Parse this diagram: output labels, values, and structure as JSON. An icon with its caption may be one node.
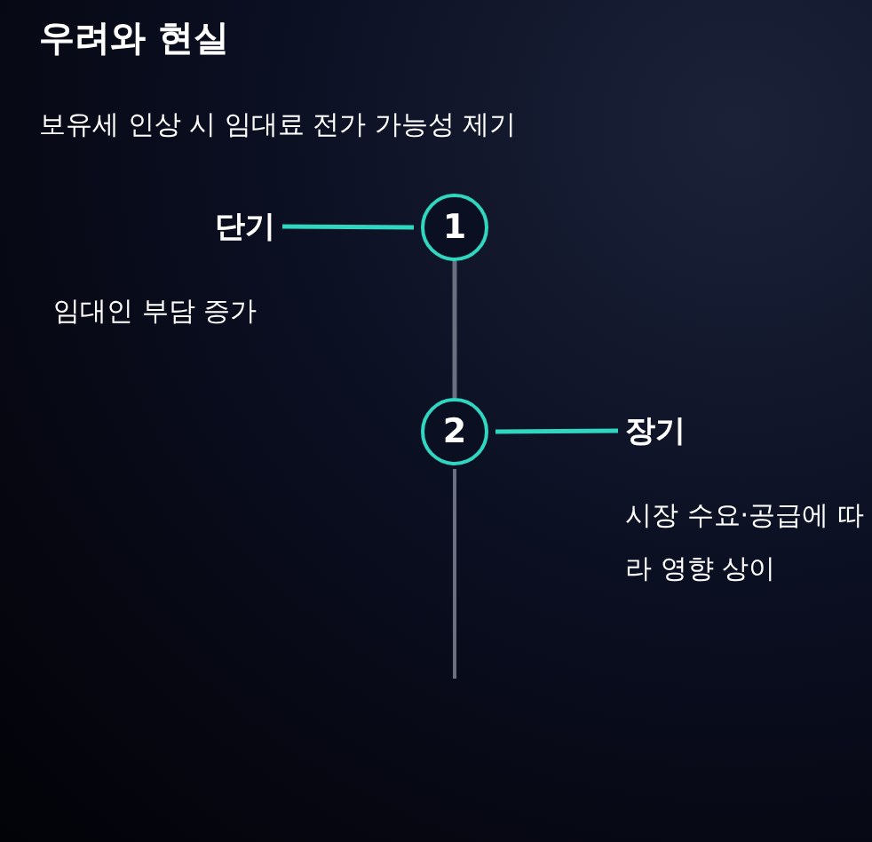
{
  "diagram": {
    "title": "우려와 현실",
    "caption": "보유세 인상 시 임대료 전가 가능성 제기",
    "nodes": [
      {
        "text": [
          "단기"
        ],
        "beside": [
          "임대인 부담 증가"
        ]
      },
      {
        "text": [
          "1"
        ]
      },
      {
        "text": [
          "2"
        ]
      },
      {
        "text": [
          "장기"
        ],
        "beside": [
          "시장 수요·공급에 따라 영향 상이"
        ]
      }
    ],
    "edges": [
      {
        "from": 0,
        "to": 1,
        "arrow": "none"
      },
      {
        "from": 1,
        "to": 2,
        "arrow": "none",
        "color": "#6b6f80"
      },
      {
        "from": 2,
        "to": 3,
        "arrow": "none"
      }
    ]
  }
}
